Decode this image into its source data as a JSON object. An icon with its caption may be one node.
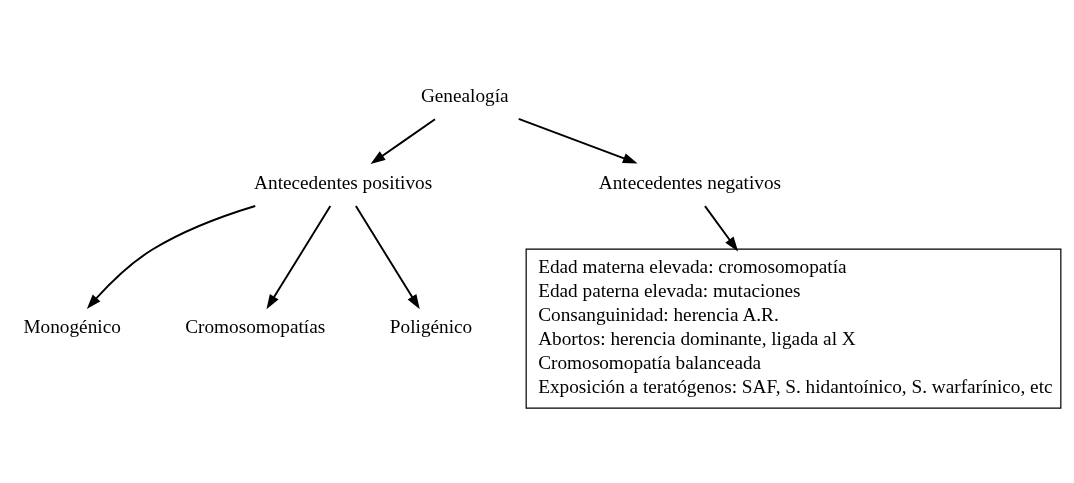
{
  "diagram": {
    "nodes": [
      {
        "text": [
          "Genealogía"
        ]
      },
      {
        "text": [
          "Antecedentes positivos"
        ]
      },
      {
        "text": [
          "Antecedentes negativos"
        ]
      },
      {
        "text": [
          "Monogénico"
        ]
      },
      {
        "text": [
          "Cromosomopatías"
        ]
      },
      {
        "text": [
          "Poligénico"
        ]
      },
      {
        "text": [
          "Edad materna elevada: cromosomopatía",
          "Edad paterna elevada: mutaciones",
          "Consanguinidad: herencia A.R.",
          "Abortos: herencia dominante, ligada al X",
          "Cromosomopatía balanceada",
          "Exposición a teratógenos: SAF, S. hidantoínico, S. warfarínico, etc"
        ]
      }
    ],
    "edges": [
      {
        "from": 0,
        "to": 1,
        "arrow": "to"
      },
      {
        "from": 0,
        "to": 2,
        "arrow": "to"
      },
      {
        "from": 1,
        "to": 3,
        "arrow": "to"
      },
      {
        "from": 1,
        "to": 4,
        "arrow": "to"
      },
      {
        "from": 1,
        "to": 5,
        "arrow": "to"
      },
      {
        "from": 2,
        "to": 6,
        "arrow": "to"
      }
    ]
  }
}
